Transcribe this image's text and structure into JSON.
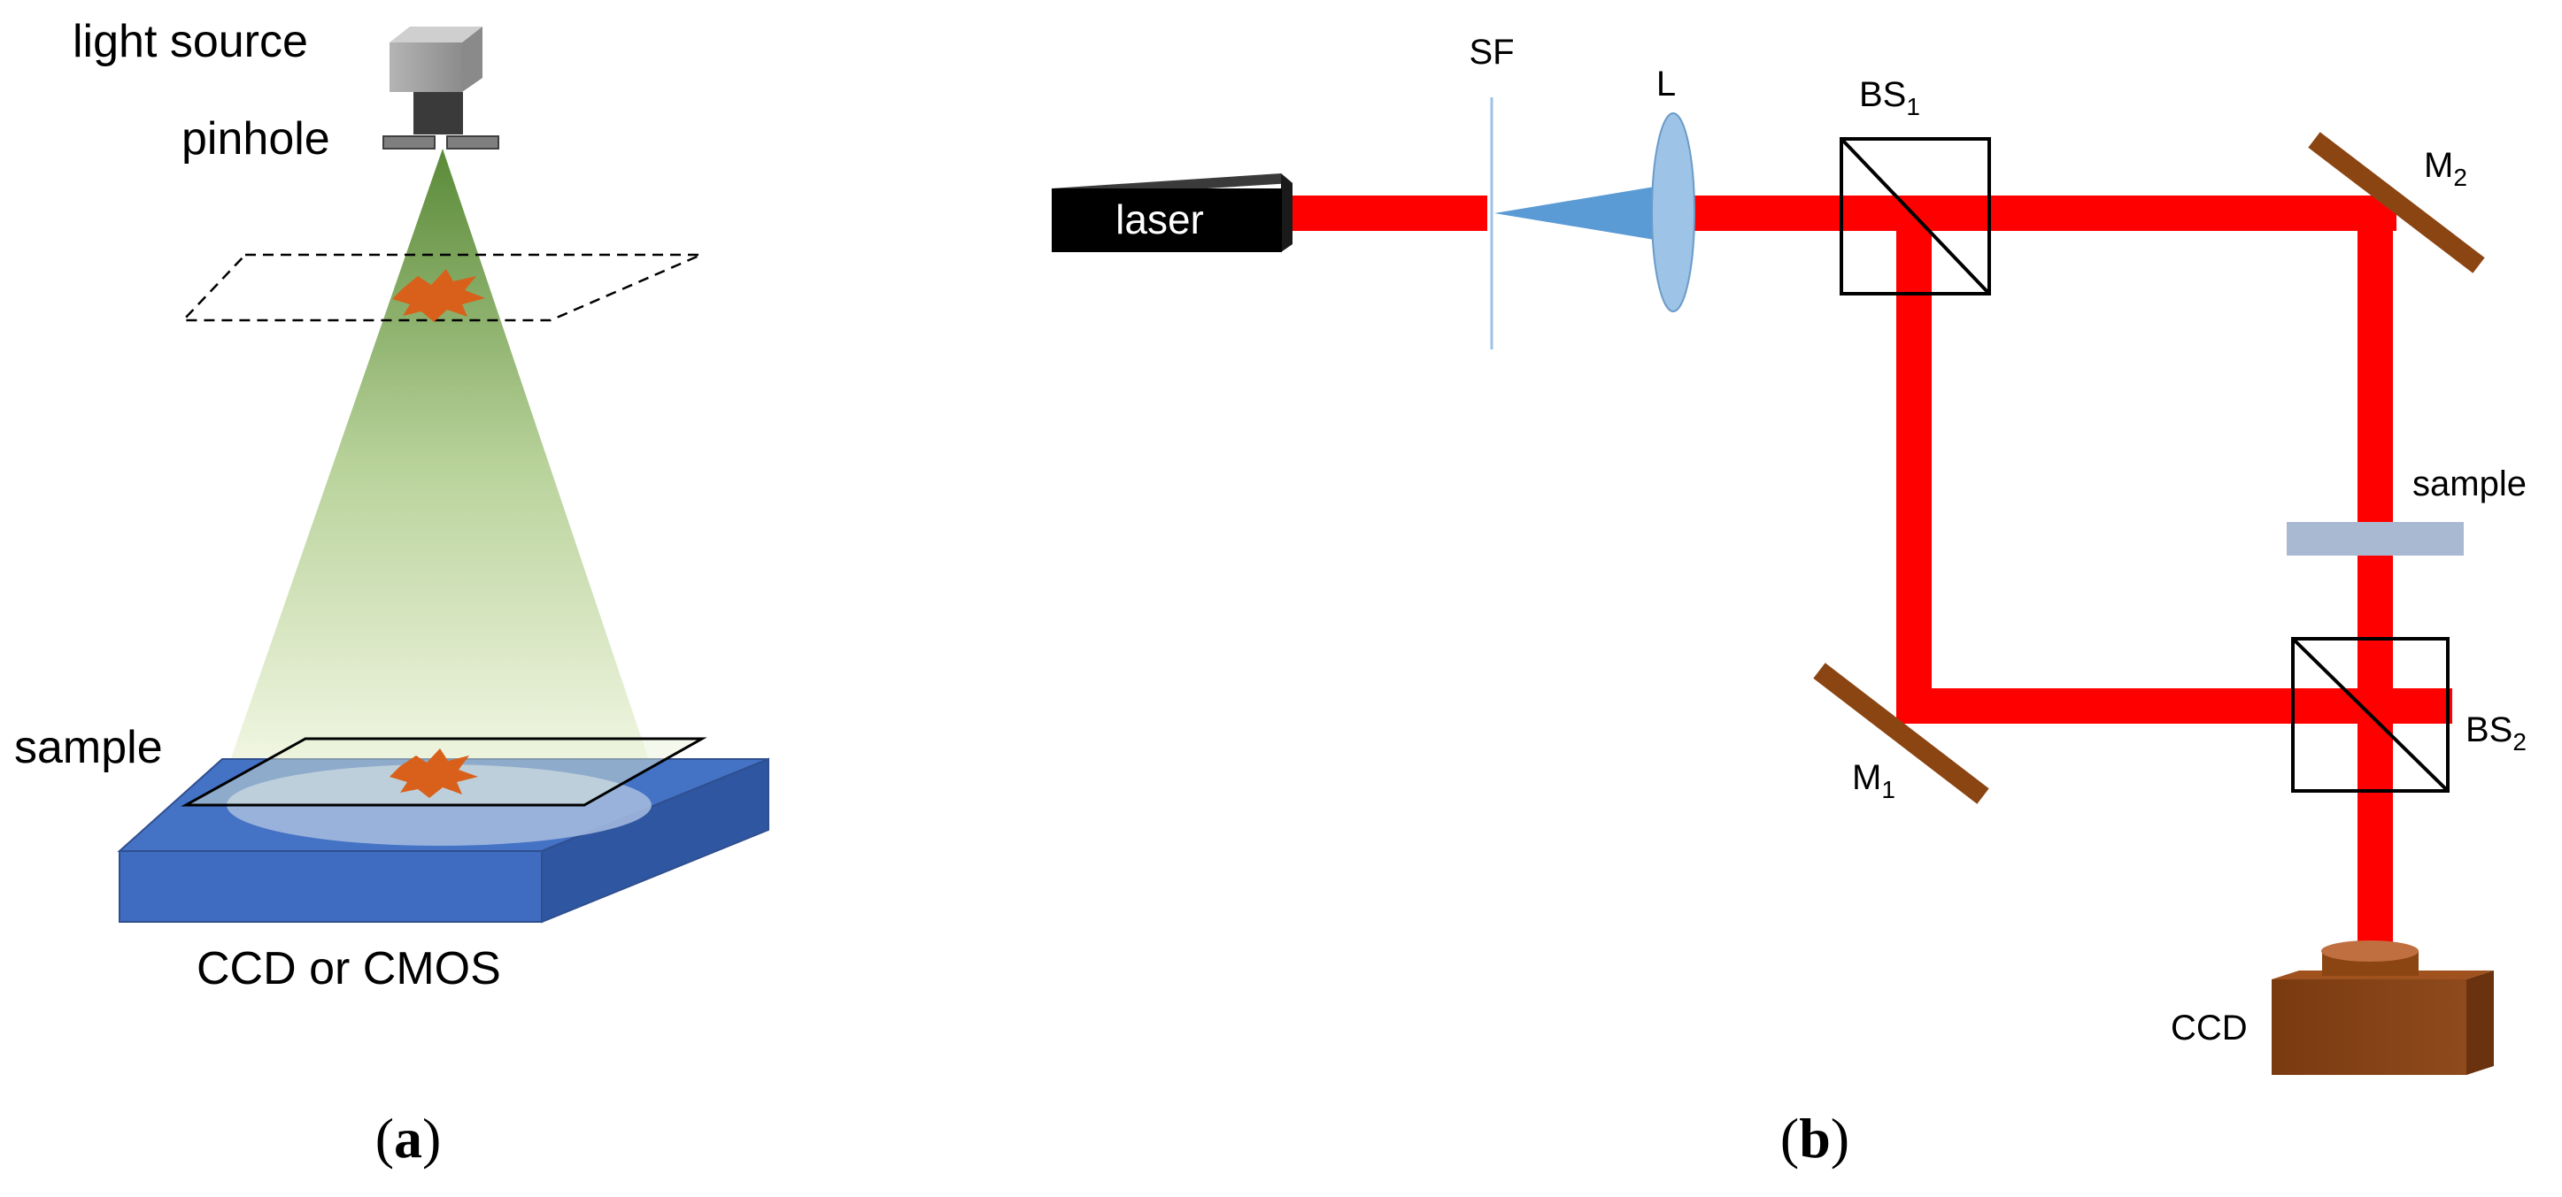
{
  "panel_a": {
    "caption": {
      "open": "(",
      "letter": "a",
      "close": ")"
    },
    "labels": {
      "light_source": "light source",
      "pinhole": "pinhole",
      "sample": "sample",
      "detector": "CCD or CMOS"
    },
    "colors": {
      "cone_top": "#5f8f3e",
      "cone_bottom": "#eef4dc",
      "detector_top": "#4472c4",
      "detector_front": "#3a66b8",
      "object": "#d9601a",
      "lamp": "#a6a6a6"
    }
  },
  "panel_b": {
    "caption": {
      "open": "(",
      "letter": "b",
      "close": ")"
    },
    "labels": {
      "laser": "laser",
      "sf": "SF",
      "lens": "L",
      "bs1_base": "BS",
      "bs1_sub": "1",
      "bs2_base": "BS",
      "bs2_sub": "2",
      "m1_base": "M",
      "m1_sub": "1",
      "m2_base": "M",
      "m2_sub": "2",
      "sample": "sample",
      "ccd": "CCD"
    },
    "colors": {
      "beam": "#ff0000",
      "mirror": "#8b4513",
      "lens": "#9dc3e6",
      "sample_plate": "#aab9d2",
      "ccd": "#8b4513",
      "laser_body": "#000000"
    }
  }
}
